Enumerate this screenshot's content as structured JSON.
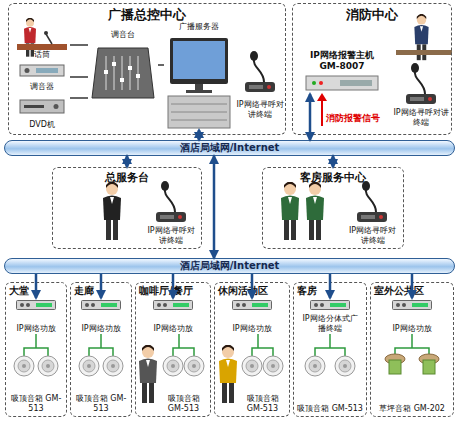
{
  "diagram": {
    "nodes": [
      {
        "text": [
          "广播总控中心"
        ]
      },
      {
        "text": [
          "话筒"
        ],
        "in": 0
      },
      {
        "text": [
          "调音器"
        ],
        "in": 0
      },
      {
        "text": [
          "DVD机"
        ],
        "in": 0
      },
      {
        "text": [
          "调音台"
        ],
        "in": 0
      },
      {
        "text": [
          "广播服务器"
        ],
        "in": 0
      },
      {
        "text": [
          "IP网络寻呼对讲终端"
        ],
        "in": 0
      },
      {
        "text": [
          "消防中心"
        ]
      },
      {
        "text": [
          "IP网络报警主机 GM-8007"
        ],
        "in": 7
      },
      {
        "text": [
          "IP网络寻呼对讲终端"
        ],
        "in": 7
      },
      {
        "text": [
          "酒店局域网/Internet"
        ]
      },
      {
        "text": [
          "总服务台"
        ]
      },
      {
        "text": [
          "IP网络寻呼对讲终端"
        ],
        "in": 11
      },
      {
        "text": [
          "客房服务中心"
        ]
      },
      {
        "text": [
          "IP网络寻呼对讲终端"
        ],
        "in": 13
      },
      {
        "text": [
          "酒店局域网/Internet"
        ]
      },
      {
        "text": [
          "大堂"
        ]
      },
      {
        "text": [
          "IP网络功放"
        ],
        "in": 16
      },
      {
        "text": [
          "吸顶音箱 GM-513"
        ],
        "in": 16
      },
      {
        "text": [
          "走廊"
        ]
      },
      {
        "text": [
          "IP网络功放"
        ],
        "in": 19
      },
      {
        "text": [
          "吸顶音箱 GM-513"
        ],
        "in": 19
      },
      {
        "text": [
          "咖啡厅/餐厅"
        ]
      },
      {
        "text": [
          "IP网络功放"
        ],
        "in": 22
      },
      {
        "text": [
          "吸顶音箱 GM-513"
        ],
        "in": 22
      },
      {
        "text": [
          "休闲活动区"
        ]
      },
      {
        "text": [
          "IP网络功放"
        ],
        "in": 25
      },
      {
        "text": [
          "吸顶音箱 GM-513"
        ],
        "in": 25
      },
      {
        "text": [
          "客房"
        ]
      },
      {
        "text": [
          "IP网络分体式广播终端"
        ],
        "in": 28
      },
      {
        "text": [
          "吸顶音箱 GM-513"
        ],
        "in": 28
      },
      {
        "text": [
          "室外公共区"
        ]
      },
      {
        "text": [
          "IP网络功放"
        ],
        "in": 31
      },
      {
        "text": [
          "草坪音箱 GM-202"
        ],
        "in": 31
      }
    ],
    "edges": [
      {
        "from": 1,
        "to": 4,
        "arrow": "none"
      },
      {
        "from": 2,
        "to": 4,
        "arrow": "none"
      },
      {
        "from": 3,
        "to": 4,
        "arrow": "none"
      },
      {
        "from": 4,
        "to": 5,
        "arrow": "none"
      },
      {
        "from": 5,
        "to": 10,
        "arrow": "both"
      },
      {
        "from": 8,
        "to": 10,
        "arrow": "both"
      },
      {
        "from": 11,
        "to": 10,
        "arrow": "both"
      },
      {
        "from": 13,
        "to": 10,
        "arrow": "both"
      },
      {
        "from": 10,
        "to": 15,
        "arrow": "both"
      },
      {
        "from": 15,
        "to": 17,
        "arrow": "to"
      },
      {
        "from": 15,
        "to": 20,
        "arrow": "to"
      },
      {
        "from": 15,
        "to": 23,
        "arrow": "to"
      },
      {
        "from": 15,
        "to": 26,
        "arrow": "to"
      },
      {
        "from": 15,
        "to": 29,
        "arrow": "to"
      },
      {
        "from": 15,
        "to": 32,
        "arrow": "to"
      },
      {
        "from": 17,
        "to": 18,
        "arrow": "none"
      },
      {
        "from": 20,
        "to": 21,
        "arrow": "none"
      },
      {
        "from": 23,
        "to": 24,
        "arrow": "none"
      },
      {
        "from": 26,
        "to": 27,
        "arrow": "none"
      },
      {
        "from": 29,
        "to": 30,
        "arrow": "none"
      },
      {
        "from": 32,
        "to": 33,
        "arrow": "none"
      }
    ],
    "labels": [
      "消防报警信号"
    ]
  }
}
